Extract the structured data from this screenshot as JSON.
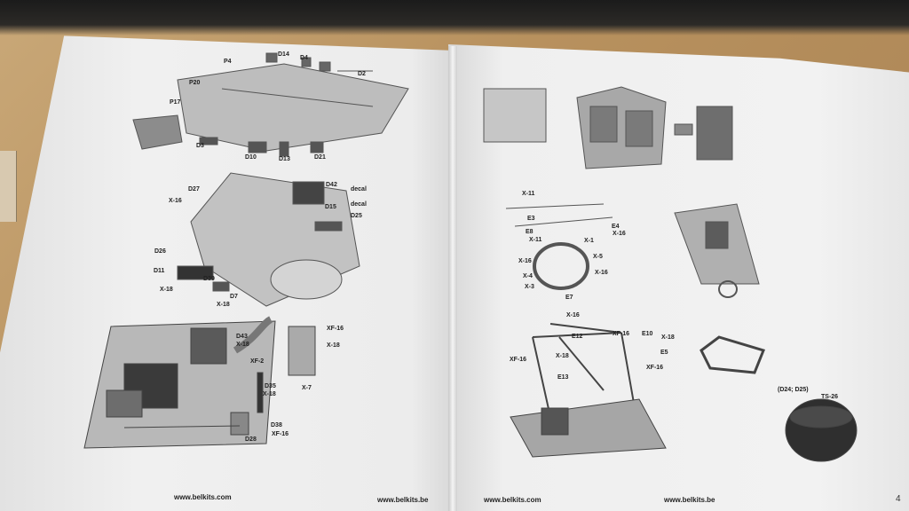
{
  "footer": {
    "left_url": "www.belkits.com",
    "center_left_url": "www.belkits.be",
    "center_right_url": "www.belkits.com",
    "right_url": "www.belkits.be",
    "page_number": "4"
  },
  "labels": {
    "l1": [
      "P4",
      "D14",
      "D4",
      "P20",
      "P17",
      "D3",
      "D10",
      "D13",
      "D21",
      "D2"
    ],
    "l2": [
      "D27",
      "D42",
      "decal",
      "D15",
      "decal",
      "D25",
      "X-16",
      "D26",
      "D11",
      "D39",
      "D7",
      "X-18",
      "X-18"
    ],
    "l3": [
      "D43",
      "X-18",
      "XF-2",
      "XF-16",
      "X-18",
      "X-7",
      "D35",
      "X-18",
      "D38",
      "XF-16",
      "D28"
    ],
    "r2": [
      "X-11",
      "E3",
      "E8",
      "X-11",
      "E4",
      "X-16",
      "X-1",
      "X-5",
      "X-16",
      "X-3",
      "X-4",
      "X-16",
      "E7"
    ],
    "r3": [
      "X-16",
      "XF-16",
      "E12",
      "X-18",
      "E10",
      "X-18",
      "XF-16",
      "E5",
      "XF-16",
      "E13"
    ],
    "r3b": [
      "(D24; D25)",
      "TS-26"
    ]
  }
}
